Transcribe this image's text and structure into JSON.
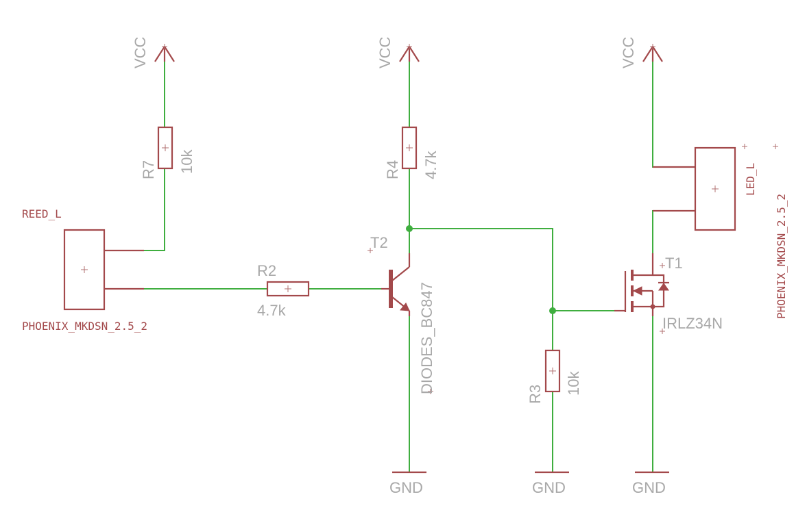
{
  "power": {
    "vcc": "VCC",
    "gnd": "GND"
  },
  "connectors": {
    "reed": {
      "name": "REED_L",
      "value": "PHOENIX_MKDSN_2.5_2"
    },
    "led": {
      "name": "LED_L",
      "value": "PHOENIX_MKDSN_2.5_2"
    }
  },
  "resistors": {
    "r7": {
      "name": "R7",
      "value": "10k"
    },
    "r4": {
      "name": "R4",
      "value": "4.7k"
    },
    "r2": {
      "name": "R2",
      "value": "4.7k"
    },
    "r3": {
      "name": "R3",
      "value": "10k"
    }
  },
  "transistors": {
    "t2": {
      "name": "T2",
      "value": "DIODES_BC847"
    },
    "t1": {
      "name": "T1",
      "value": "IRLZ34N"
    }
  },
  "colors": {
    "wire": "#3fae3f",
    "part": "#a3494b",
    "label": "#a8a8a8"
  }
}
